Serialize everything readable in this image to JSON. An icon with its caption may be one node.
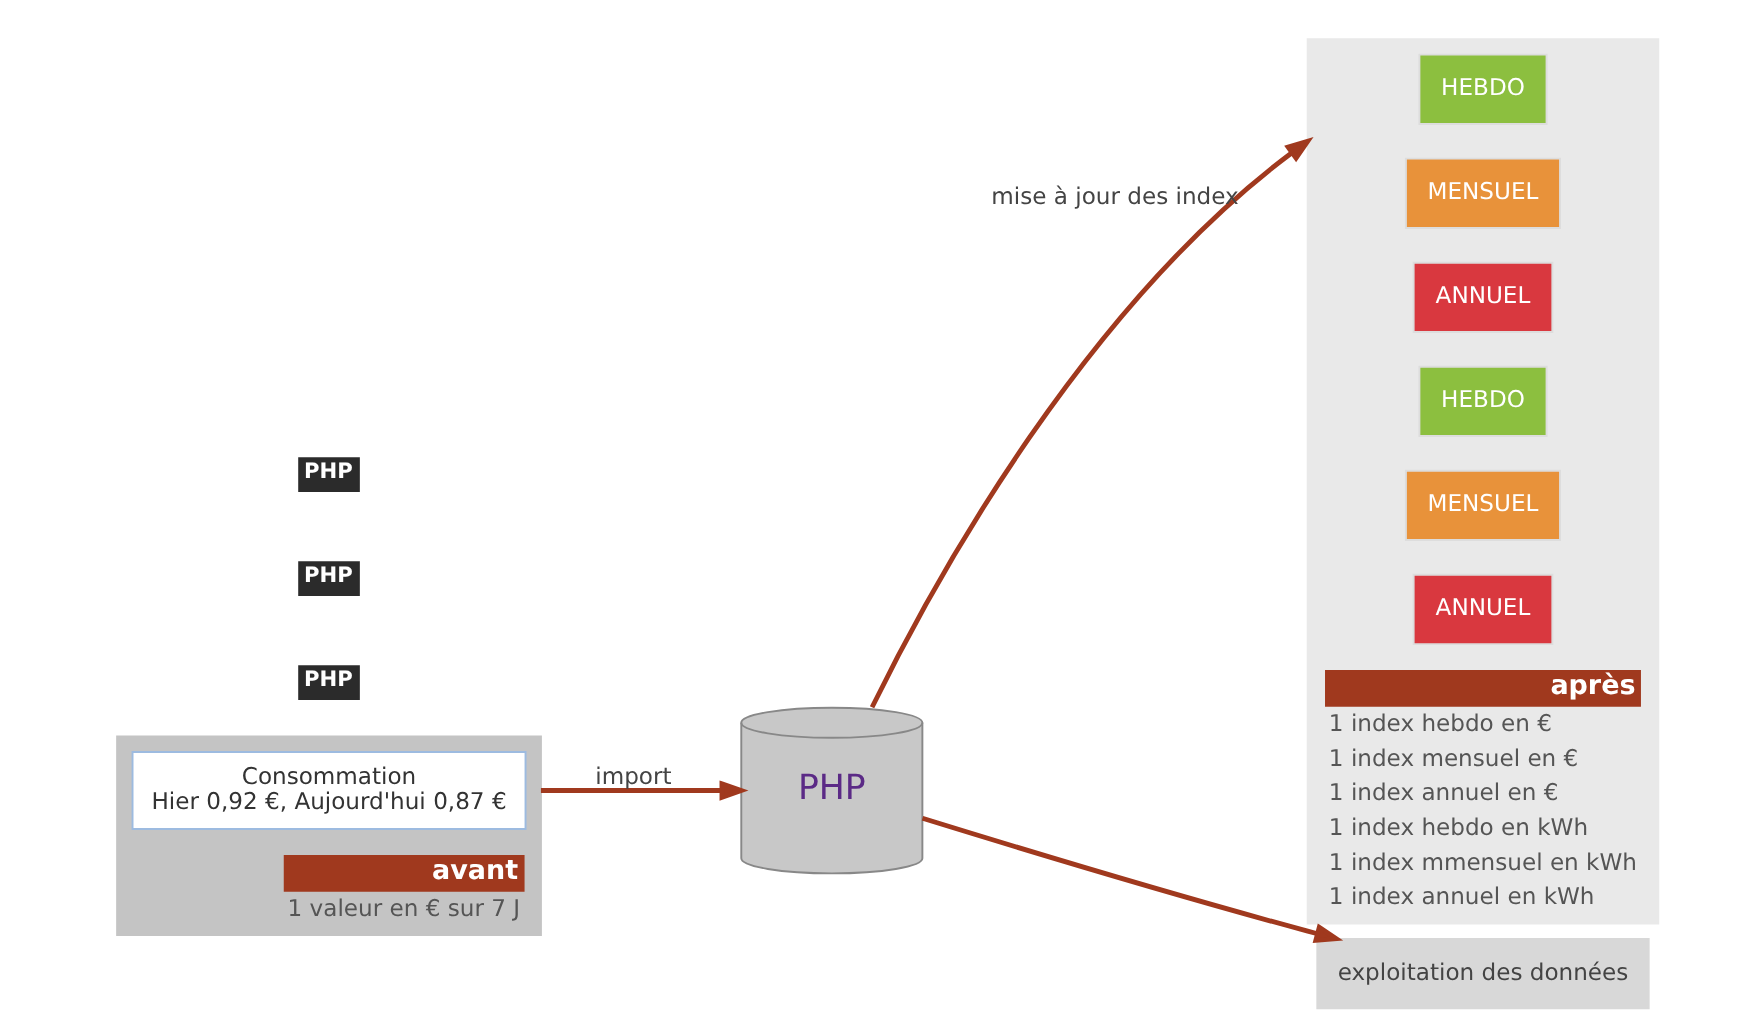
{
  "diagram": {
    "nodes": [
      {
        "text": [
          "avant",
          "1 valeur en € sur 7 J"
        ]
      },
      {
        "text": [
          "Consommation",
          "Hier 0,92 €, Aujourd'hui 0,87 €"
        ],
        "in": 0
      },
      {
        "text": [
          "après",
          "1 index hebdo en €",
          "1 index mensuel en €",
          "1 index annuel en €",
          "1 index hebdo en kWh",
          "1 index mmensuel en kWh",
          "1 index annuel en kWh"
        ]
      },
      {
        "text": [
          "HEBDO"
        ],
        "in": 2
      },
      {
        "text": [
          "MENSUEL"
        ],
        "in": 2
      },
      {
        "text": [
          "ANNUEL"
        ],
        "in": 2
      },
      {
        "text": [
          "HEBDO"
        ],
        "in": 2
      },
      {
        "text": [
          "MENSUEL"
        ],
        "in": 2
      },
      {
        "text": [
          "ANNUEL"
        ],
        "in": 2
      },
      {
        "text": [
          "PHP"
        ]
      },
      {
        "text": [
          "exploitation des données"
        ]
      }
    ],
    "edges": [
      {
        "from": 0,
        "to": 9,
        "arrow": "to",
        "label": "import"
      },
      {
        "from": 9,
        "to": 10,
        "arrow": "to"
      },
      {
        "from": 9,
        "to": 2,
        "arrow": "to",
        "label": "mise à jour des index"
      }
    ],
    "labels": [
      "PHP",
      "PHP",
      "PHP"
    ]
  }
}
